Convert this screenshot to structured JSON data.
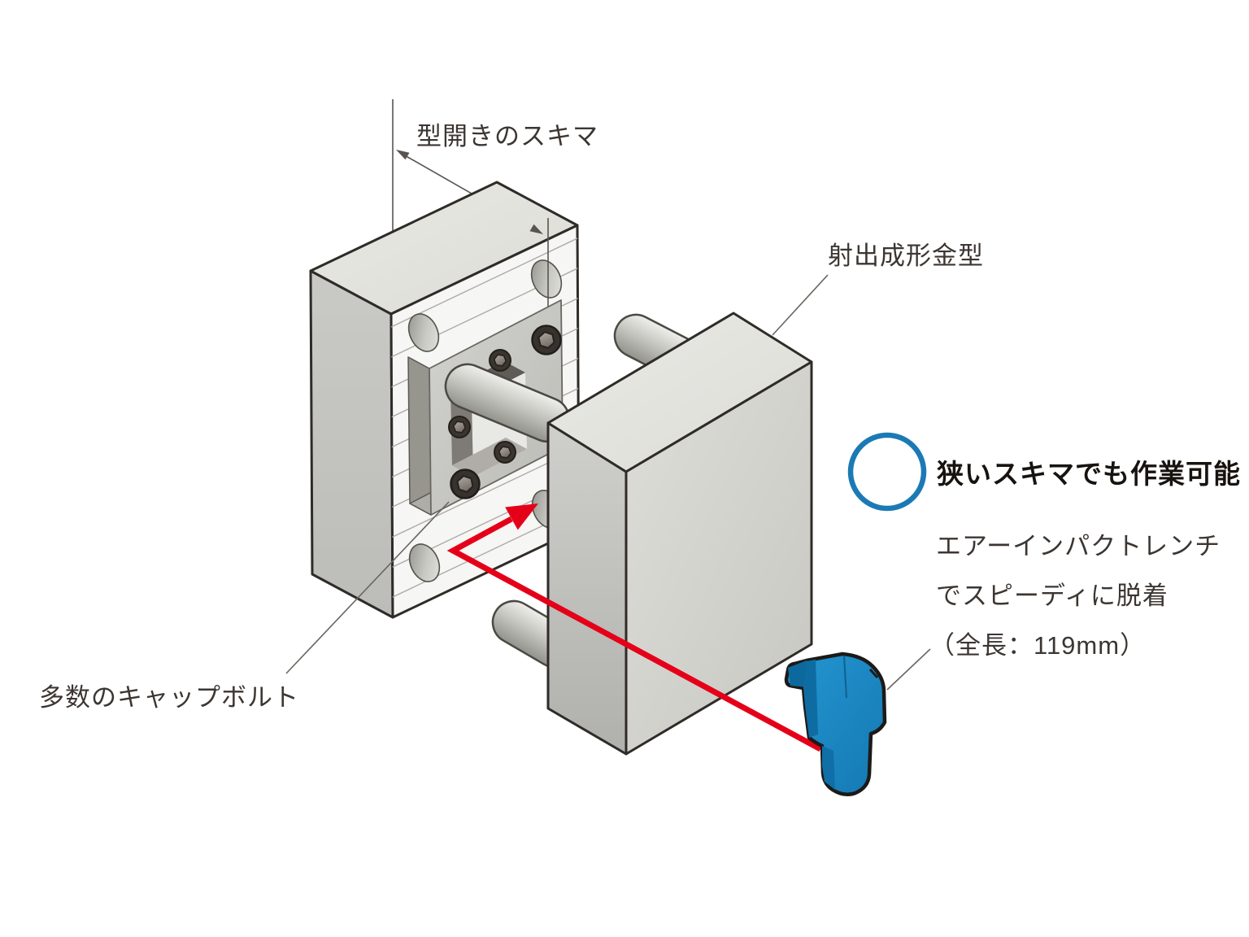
{
  "diagram": {
    "top_dimension_label": "型開きのスキマ",
    "mold_label": "射出成形金型",
    "cap_bolts_label": "多数のキャップボルト",
    "callout": {
      "badge_icon": "circle-outline-icon",
      "heading": "狭いスキマでも作業可能",
      "lines": [
        "エアーインパクトレンチ",
        "でスピーディに脱着",
        "（全長：119mm）"
      ]
    },
    "tool_name_hint": "air-impact-wrench",
    "colors": {
      "accent_blue": "#1b7ab5",
      "wrench_blue": "#1e8bc8",
      "arrow_red": "#e50019",
      "line_gray": "#5a5450",
      "text_dark": "#3c3632"
    }
  }
}
